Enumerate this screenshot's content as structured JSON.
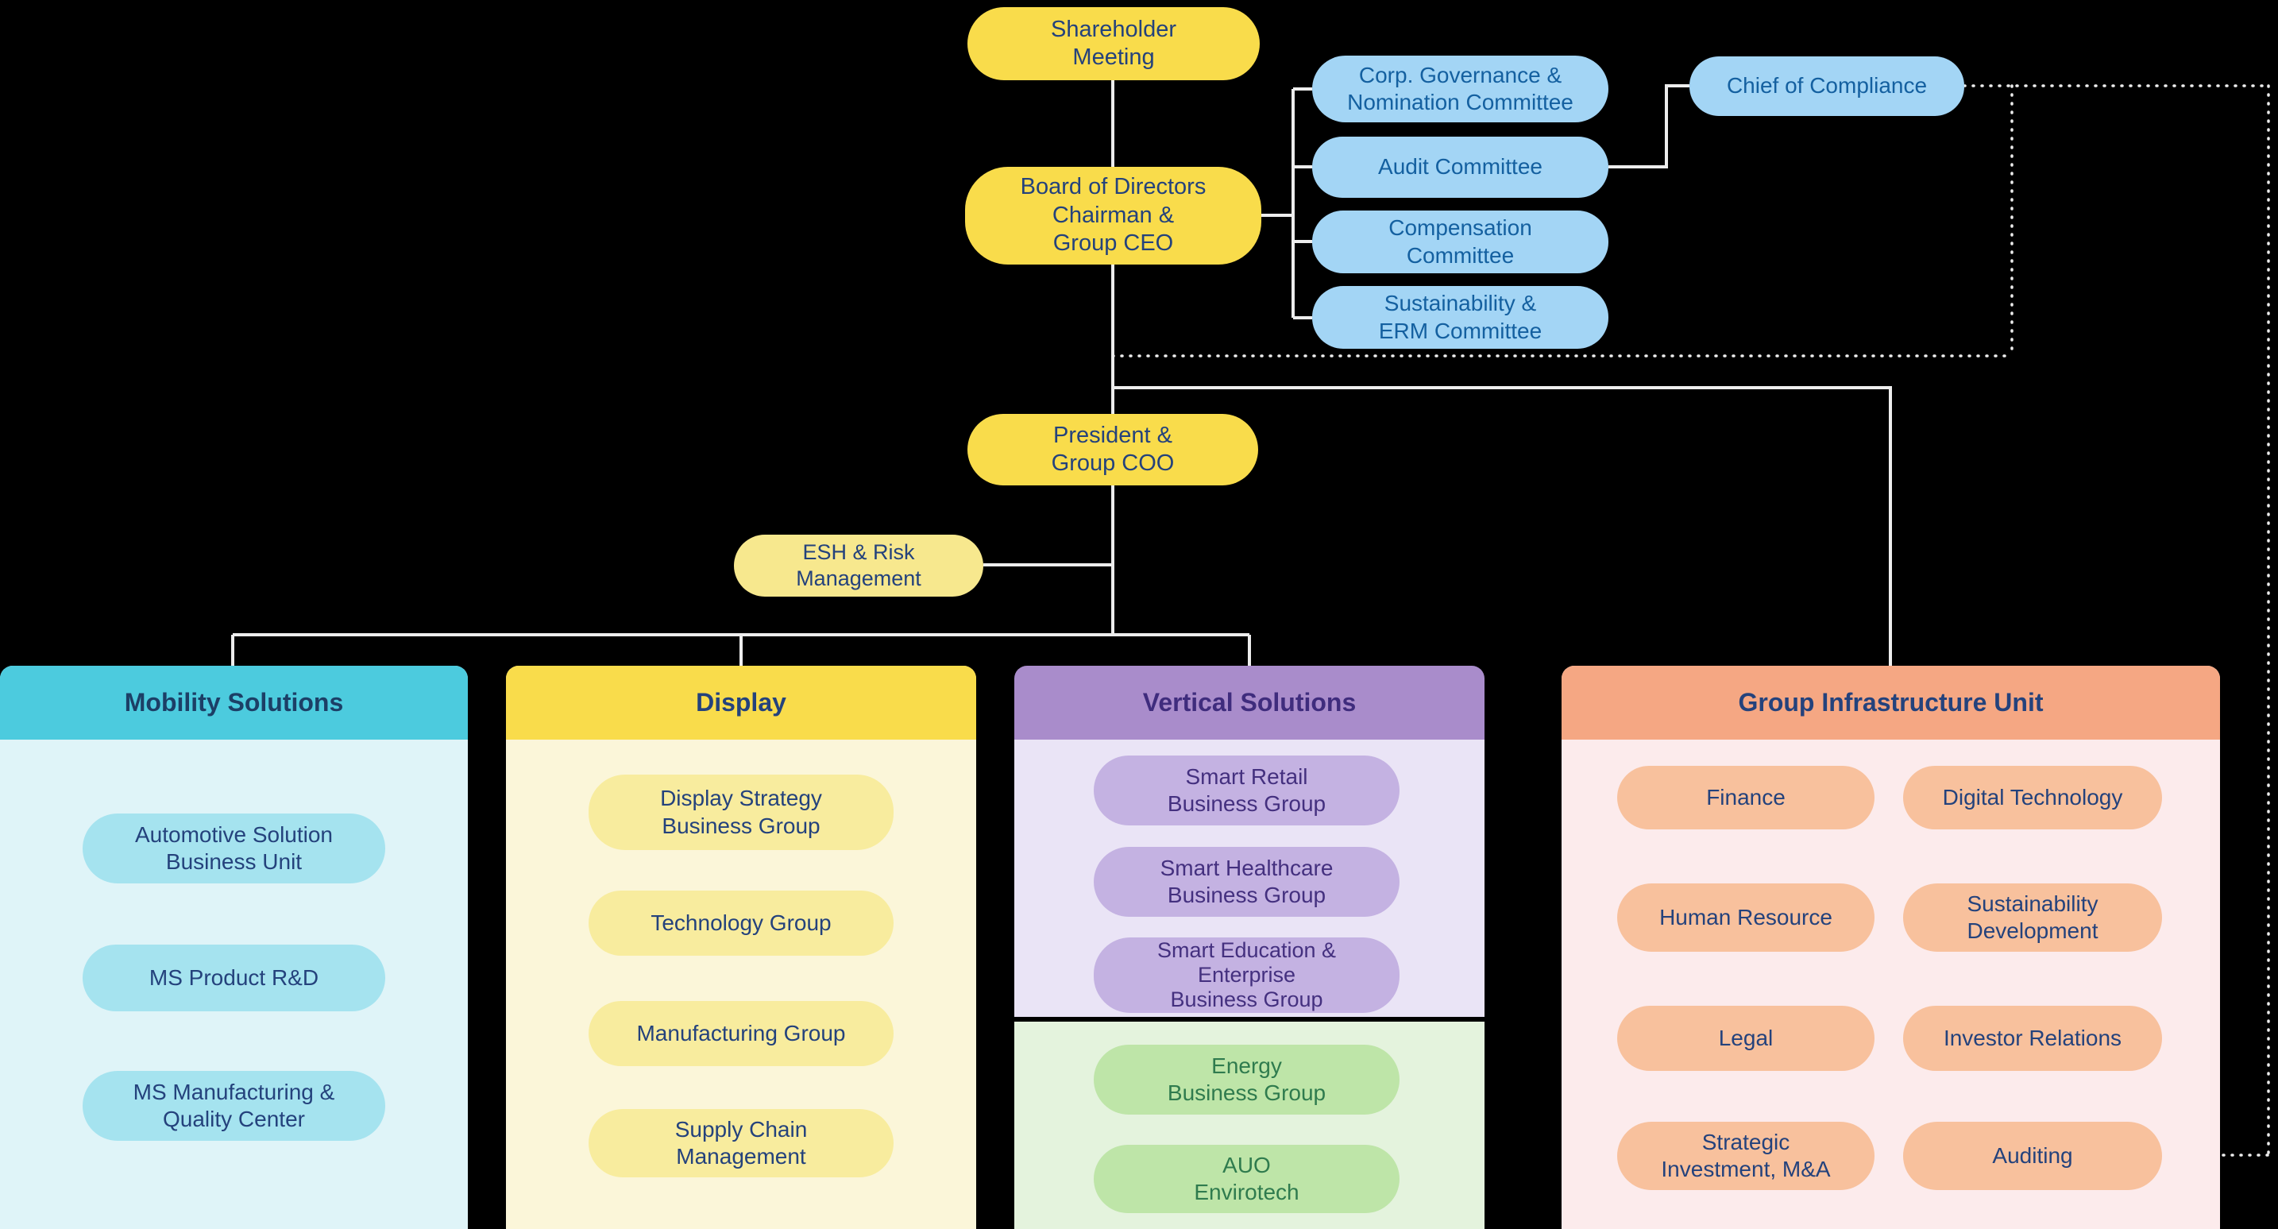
{
  "governance": {
    "shareholder_meeting": "Shareholder\nMeeting",
    "board": "Board of Directors\nChairman &\nGroup CEO",
    "committees": [
      "Corp. Governance &\nNomination Committee",
      "Audit Committee",
      "Compensation\nCommittee",
      "Sustainability &\nERM Committee"
    ],
    "chief_of_compliance": "Chief of Compliance",
    "president": "President &\nGroup COO",
    "esh_risk": "ESH & Risk\nManagement"
  },
  "divisions": [
    {
      "title": "Mobility Solutions",
      "units": [
        "Automotive Solution\nBusiness Unit",
        "MS Product R&D",
        "MS Manufacturing &\nQuality Center"
      ]
    },
    {
      "title": "Display",
      "units": [
        "Display Strategy\nBusiness Group",
        "Technology Group",
        "Manufacturing Group",
        "Supply Chain\nManagement"
      ]
    },
    {
      "title": "Vertical Solutions",
      "units": [
        "Smart Retail\nBusiness Group",
        "Smart Healthcare\nBusiness Group",
        "Smart Education &\nEnterprise\nBusiness Group"
      ],
      "sub_units": [
        "Energy\nBusiness Group",
        "AUO\nEnvirotech"
      ]
    },
    {
      "title": "Group Infrastructure Unit",
      "units_left": [
        "Finance",
        "Human Resource",
        "Legal",
        "Strategic\nInvestment, M&A"
      ],
      "units_right": [
        "Digital Technology",
        "Sustainability\nDevelopment",
        "Investor Relations",
        "Auditing"
      ]
    }
  ],
  "colors": {
    "background": "#000000",
    "yellow": "#F9DC4B",
    "yellow_light": "#F7E88E",
    "committee_blue": "#A3D5F5",
    "mobility_cyan": "#4CCBDE",
    "vertical_purple": "#A98CCB",
    "energy_green": "#BEE5A8",
    "infrastructure_orange": "#F5A783",
    "connector": "#EDEDED"
  }
}
